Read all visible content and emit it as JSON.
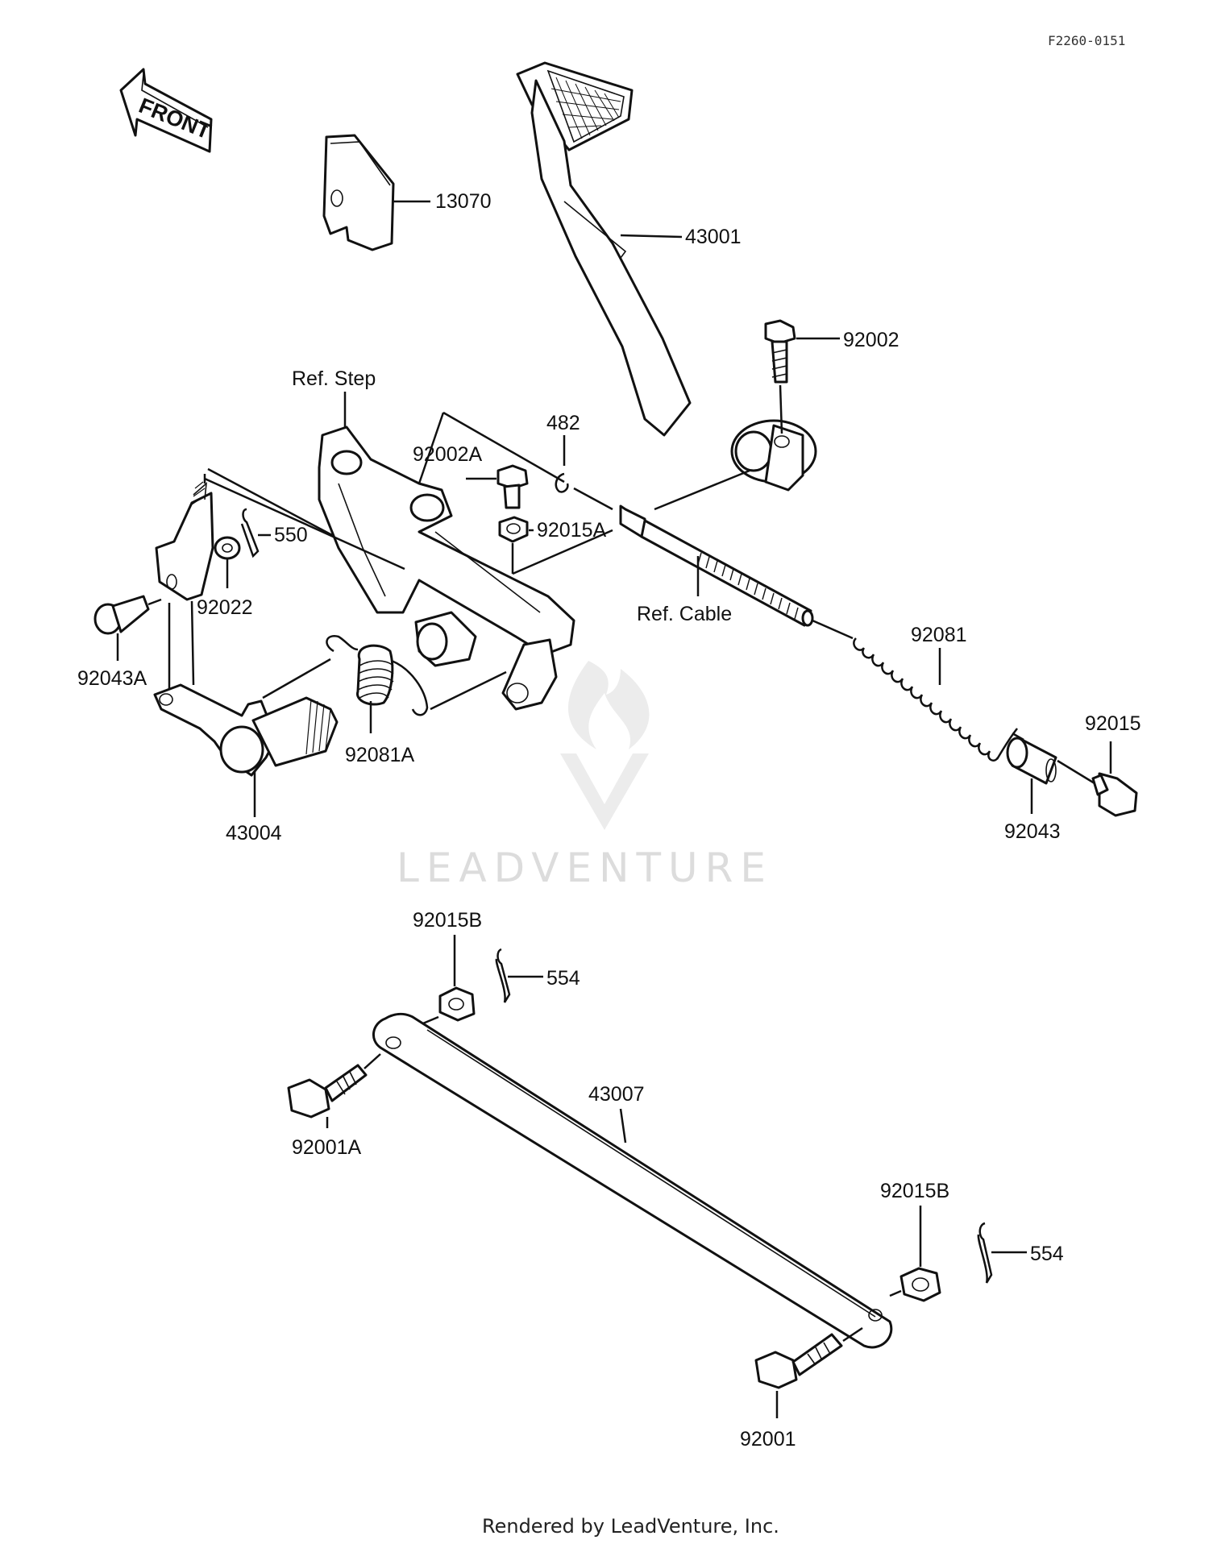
{
  "diagram": {
    "catalog_code": "F2260-0151",
    "front_arrow": "FRONT",
    "references": {
      "step": "Ref. Step",
      "cable": "Ref. Cable"
    },
    "parts": {
      "p13070": "13070",
      "p43001": "43001",
      "p92002": "92002",
      "p482": "482",
      "p92002A": "92002A",
      "p92015A": "92015A",
      "p550": "550",
      "p92022": "92022",
      "p92043A": "92043A",
      "p92081": "92081",
      "p92081A": "92081A",
      "p92015": "92015",
      "p92043": "92043",
      "p43004": "43004",
      "p92015B_top": "92015B",
      "p554_top": "554",
      "p43007": "43007",
      "p92001A": "92001A",
      "p92015B_bottom": "92015B",
      "p554_bottom": "554",
      "p92001": "92001"
    },
    "watermark": "LEADVENTURE",
    "footer": "Rendered by LeadVenture, Inc."
  }
}
